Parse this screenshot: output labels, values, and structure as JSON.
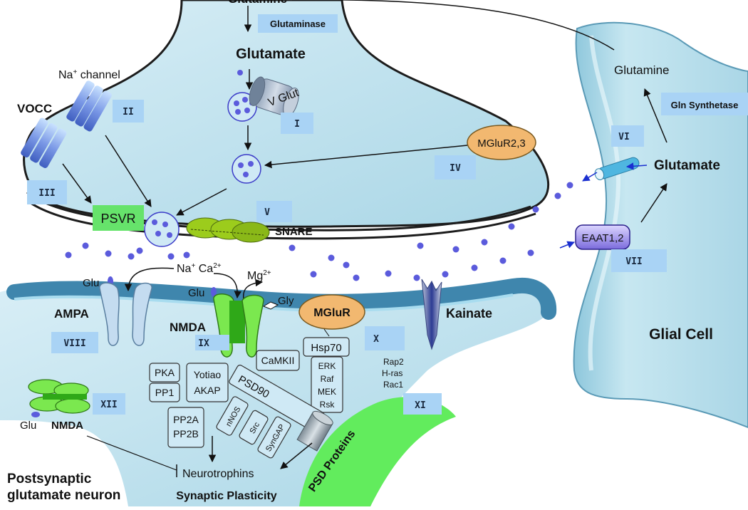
{
  "presynaptic": {
    "glutamine_top": "Glutamine",
    "glutaminase": "Glutaminase",
    "glutamate": "Glutamate",
    "vglut": "V Glut",
    "na_channel_base": "Na",
    "na_channel_sup": "+",
    "na_channel_rest": " channel",
    "vocc": "VOCC",
    "mglur23": "MGluR2,3",
    "psvr": "PSVR",
    "snare": "SNARE"
  },
  "roman": {
    "i": "I",
    "ii": "II",
    "iii": "III",
    "iv": "IV",
    "v": "V",
    "vi": "VI",
    "vii": "VII",
    "viii": "VIII",
    "ix": "IX",
    "x": "X",
    "xi": "XI",
    "xii": "XII"
  },
  "glial": {
    "glutamine": "Glutamine",
    "gln_synthetase": "Gln Synthetase",
    "glutamate": "Glutamate",
    "eaat": "EAAT1,2",
    "title": "Glial Cell"
  },
  "postsynaptic": {
    "na": "Na",
    "na_sup": "+",
    "ca": " Ca",
    "ca_sup": "2+",
    "mg": "Mg",
    "mg_sup": "2+",
    "glu_ampa": "Glu",
    "glu_nmda": "Glu",
    "gly": "Gly",
    "ampa": "AMPA",
    "nmda": "NMDA",
    "mglur": "MGluR",
    "kainate": "Kainate",
    "hsp70": "Hsp70",
    "erk": "ERK",
    "raf": "Raf",
    "mek": "MEK",
    "rsk": "Rsk",
    "rap2": "Rap2",
    "hras": "H-ras",
    "rac1": "Rac1",
    "pka": "PKA",
    "pp1": "PP1",
    "yotiao": "Yotiao",
    "akap": "AKAP",
    "camkii": "CaMKII",
    "psd90": "PSD90",
    "nnos": "nNOS",
    "src": "Src",
    "syngap": "SynGAP",
    "pp2a": "PP2A",
    "pp2b": "PP2B",
    "neurotrophins": "Neurotrophins",
    "synaptic_plasticity": "Synaptic Plasticity",
    "psd_proteins": "PSD Proteins",
    "glu_left": "Glu",
    "nmda_left": "NMDA",
    "title_line1": "Postsynaptic",
    "title_line2": "glutamate neuron"
  },
  "colors": {
    "cell_fill": "#bfe3ee",
    "membrane_dark": "#4f8fb0",
    "label_box": "#a9d3f5",
    "psvr_green": "#66e36b",
    "snare_green": "#9ccc1c",
    "receptor_green": "#7be84f",
    "mglur_orange": "#f2b870",
    "dot_blue": "#5b5bdc"
  }
}
